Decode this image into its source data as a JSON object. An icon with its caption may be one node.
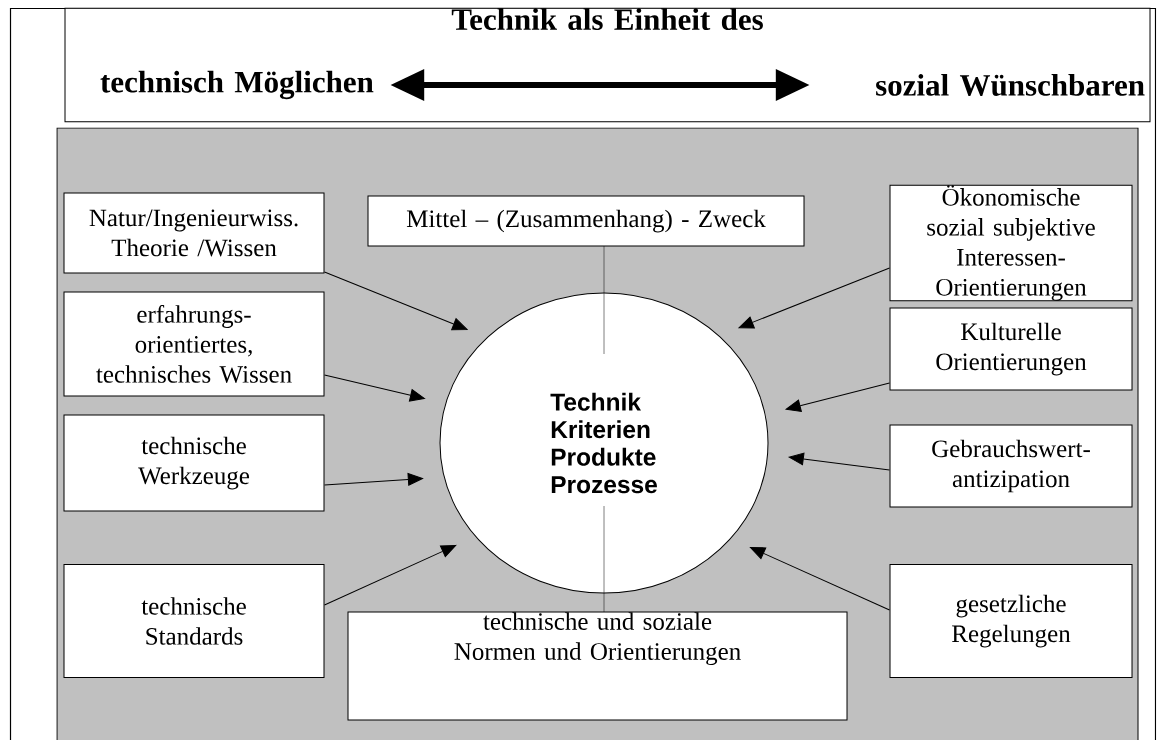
{
  "diagram": {
    "nodes": [
      {
        "text": [
          "Technik als Einheit des"
        ]
      },
      {
        "text": [
          "technisch Möglichen"
        ],
        "in": 0
      },
      {
        "text": [
          "sozial Wünschbaren"
        ],
        "in": 0
      },
      {
        "text": [],
        "shape": "box"
      },
      {
        "text": [
          "Natur/Ingenieurwiss. Theorie /Wissen"
        ],
        "in": 3
      },
      {
        "text": [
          "Mittel – (Zusammenhang) - Zweck"
        ],
        "in": 3
      },
      {
        "text": [
          "Ökonomische sozial subjektive Interessen- Orientierungen"
        ],
        "in": 3
      },
      {
        "text": [
          "erfahrungs- orientiertes, technisches Wissen"
        ],
        "in": 3
      },
      {
        "text": [
          "Technik",
          "Kriterien",
          "Produkte",
          "Prozesse"
        ],
        "in": 3
      },
      {
        "text": [
          "Kulturelle Orientierungen"
        ],
        "in": 3
      },
      {
        "text": [
          "technische Werkzeuge"
        ],
        "in": 3
      },
      {
        "text": [
          "Gebrauchswert- antizipation"
        ],
        "in": 3
      },
      {
        "text": [
          "technische Standards"
        ],
        "in": 3
      },
      {
        "text": [
          "technische und soziale Normen und Orientierungen"
        ],
        "in": 3
      },
      {
        "text": [
          "gesetzliche Regelungen"
        ],
        "in": 3
      }
    ],
    "edges": [
      {
        "from": 1,
        "to": 2,
        "arrow": "both",
        "style": "thick"
      },
      {
        "from": 4,
        "to": 8,
        "arrow": "to"
      },
      {
        "from": 7,
        "to": 8,
        "arrow": "to"
      },
      {
        "from": 10,
        "to": 8,
        "arrow": "to"
      },
      {
        "from": 12,
        "to": 8,
        "arrow": "to"
      },
      {
        "from": 6,
        "to": 8,
        "arrow": "to"
      },
      {
        "from": 9,
        "to": 8,
        "arrow": "to"
      },
      {
        "from": 11,
        "to": 8,
        "arrow": "to"
      },
      {
        "from": 14,
        "to": 8,
        "arrow": "to"
      },
      {
        "from": 5,
        "to": 8,
        "arrow": "none",
        "style": "dashed"
      },
      {
        "from": 13,
        "to": 8,
        "arrow": "none",
        "style": "dashed"
      }
    ]
  }
}
